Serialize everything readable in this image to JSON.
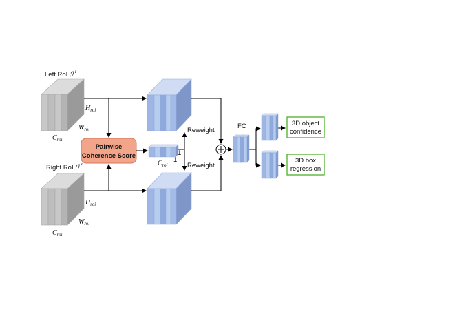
{
  "left_input": {
    "label": "Left RoI ",
    "symbol": "ℱ",
    "superscript": "l",
    "h": "H",
    "h_sub": "roi",
    "w": "W",
    "w_sub": "roi",
    "c": "C",
    "c_sub": "roi"
  },
  "right_input": {
    "label": "Right RoI ",
    "symbol": "ℱ",
    "superscript": "r",
    "h": "H",
    "h_sub": "roi",
    "w": "W",
    "w_sub": "roi",
    "c": "C",
    "c_sub": "roi"
  },
  "pcs": {
    "line1": "Pairwise",
    "line2": "Coherence Score"
  },
  "score": {
    "c": "C",
    "c_sub": "roi",
    "dim1": "1",
    "dim2": "1"
  },
  "reweight_top": "Reweight",
  "reweight_bottom": "Reweight",
  "fc_label": "FC",
  "plus_symbol": "⊕",
  "out_top": {
    "line1": "3D object",
    "line2": "confidence"
  },
  "out_bottom": {
    "line1": "3D box",
    "line2": "regression"
  },
  "colors": {
    "gray_front": "#c8c8c8",
    "gray_mid": "#b4b4b4",
    "gray_side": "#9a9a9a",
    "gray_top": "#dcdcdc",
    "blue_light": "#b7cdee",
    "blue_mid": "#8fa9dc",
    "blue_dark": "#6e88c4",
    "blue_side": "#7f97c8",
    "blue_top": "#cfdcf3",
    "pcs_fill": "#f2a58a",
    "pcs_stroke": "#d4785a",
    "green_stroke": "#4caf2a"
  }
}
